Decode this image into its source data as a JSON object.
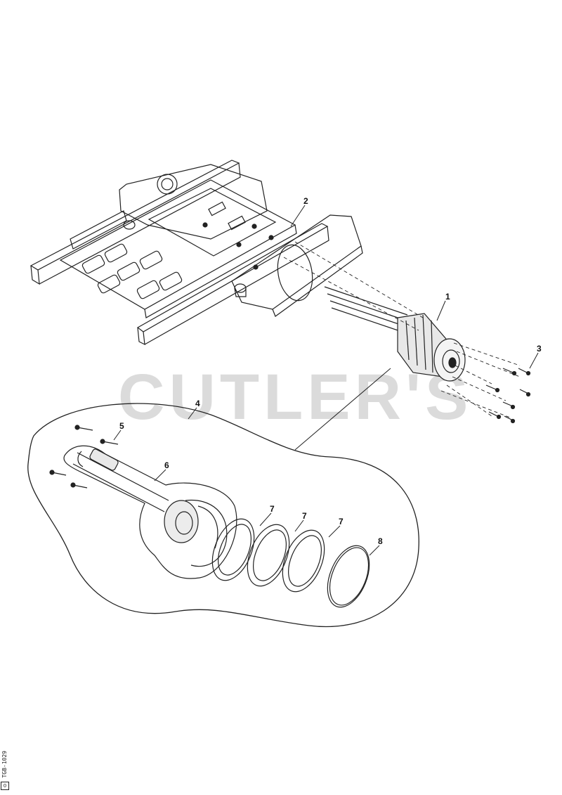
{
  "watermark": "CUTLER'S",
  "callouts": {
    "c1": "1",
    "c2": "2",
    "c3": "3",
    "c4": "4",
    "c5": "5",
    "c6": "6",
    "c7a": "7",
    "c7b": "7",
    "c7c": "7",
    "c8": "8"
  },
  "side_code": "TGB-1029",
  "side_box": "0"
}
